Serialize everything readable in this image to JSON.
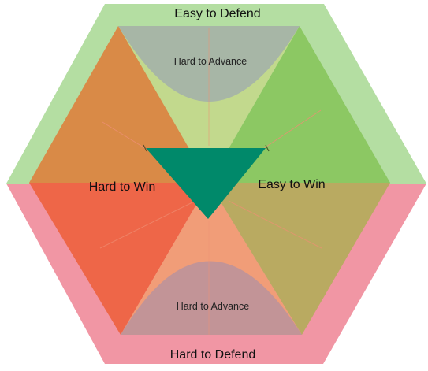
{
  "labels": {
    "top": "Easy to Defend",
    "bottom": "Hard to Defend",
    "left": "Hard to Win",
    "right": "Easy to Win",
    "upper_center": "Hard to Advance",
    "lower_center": "Hard to Advance"
  },
  "colors": {
    "top_band": "#b4dea2",
    "bottom_band": "#f196a4",
    "upper_left_triangle": "#d98a47",
    "upper_right_triangle": "#8cc863",
    "lower_left_triangle": "#ee6648",
    "lower_right_triangle": "#b9aa61",
    "upper_center_fill": "#c2d98d",
    "lower_center_fill": "#f19d78",
    "upper_arc": "#a7b6a6",
    "lower_arc": "#c29497",
    "center_triangle": "#00896a",
    "divider": "#ee8f74"
  }
}
